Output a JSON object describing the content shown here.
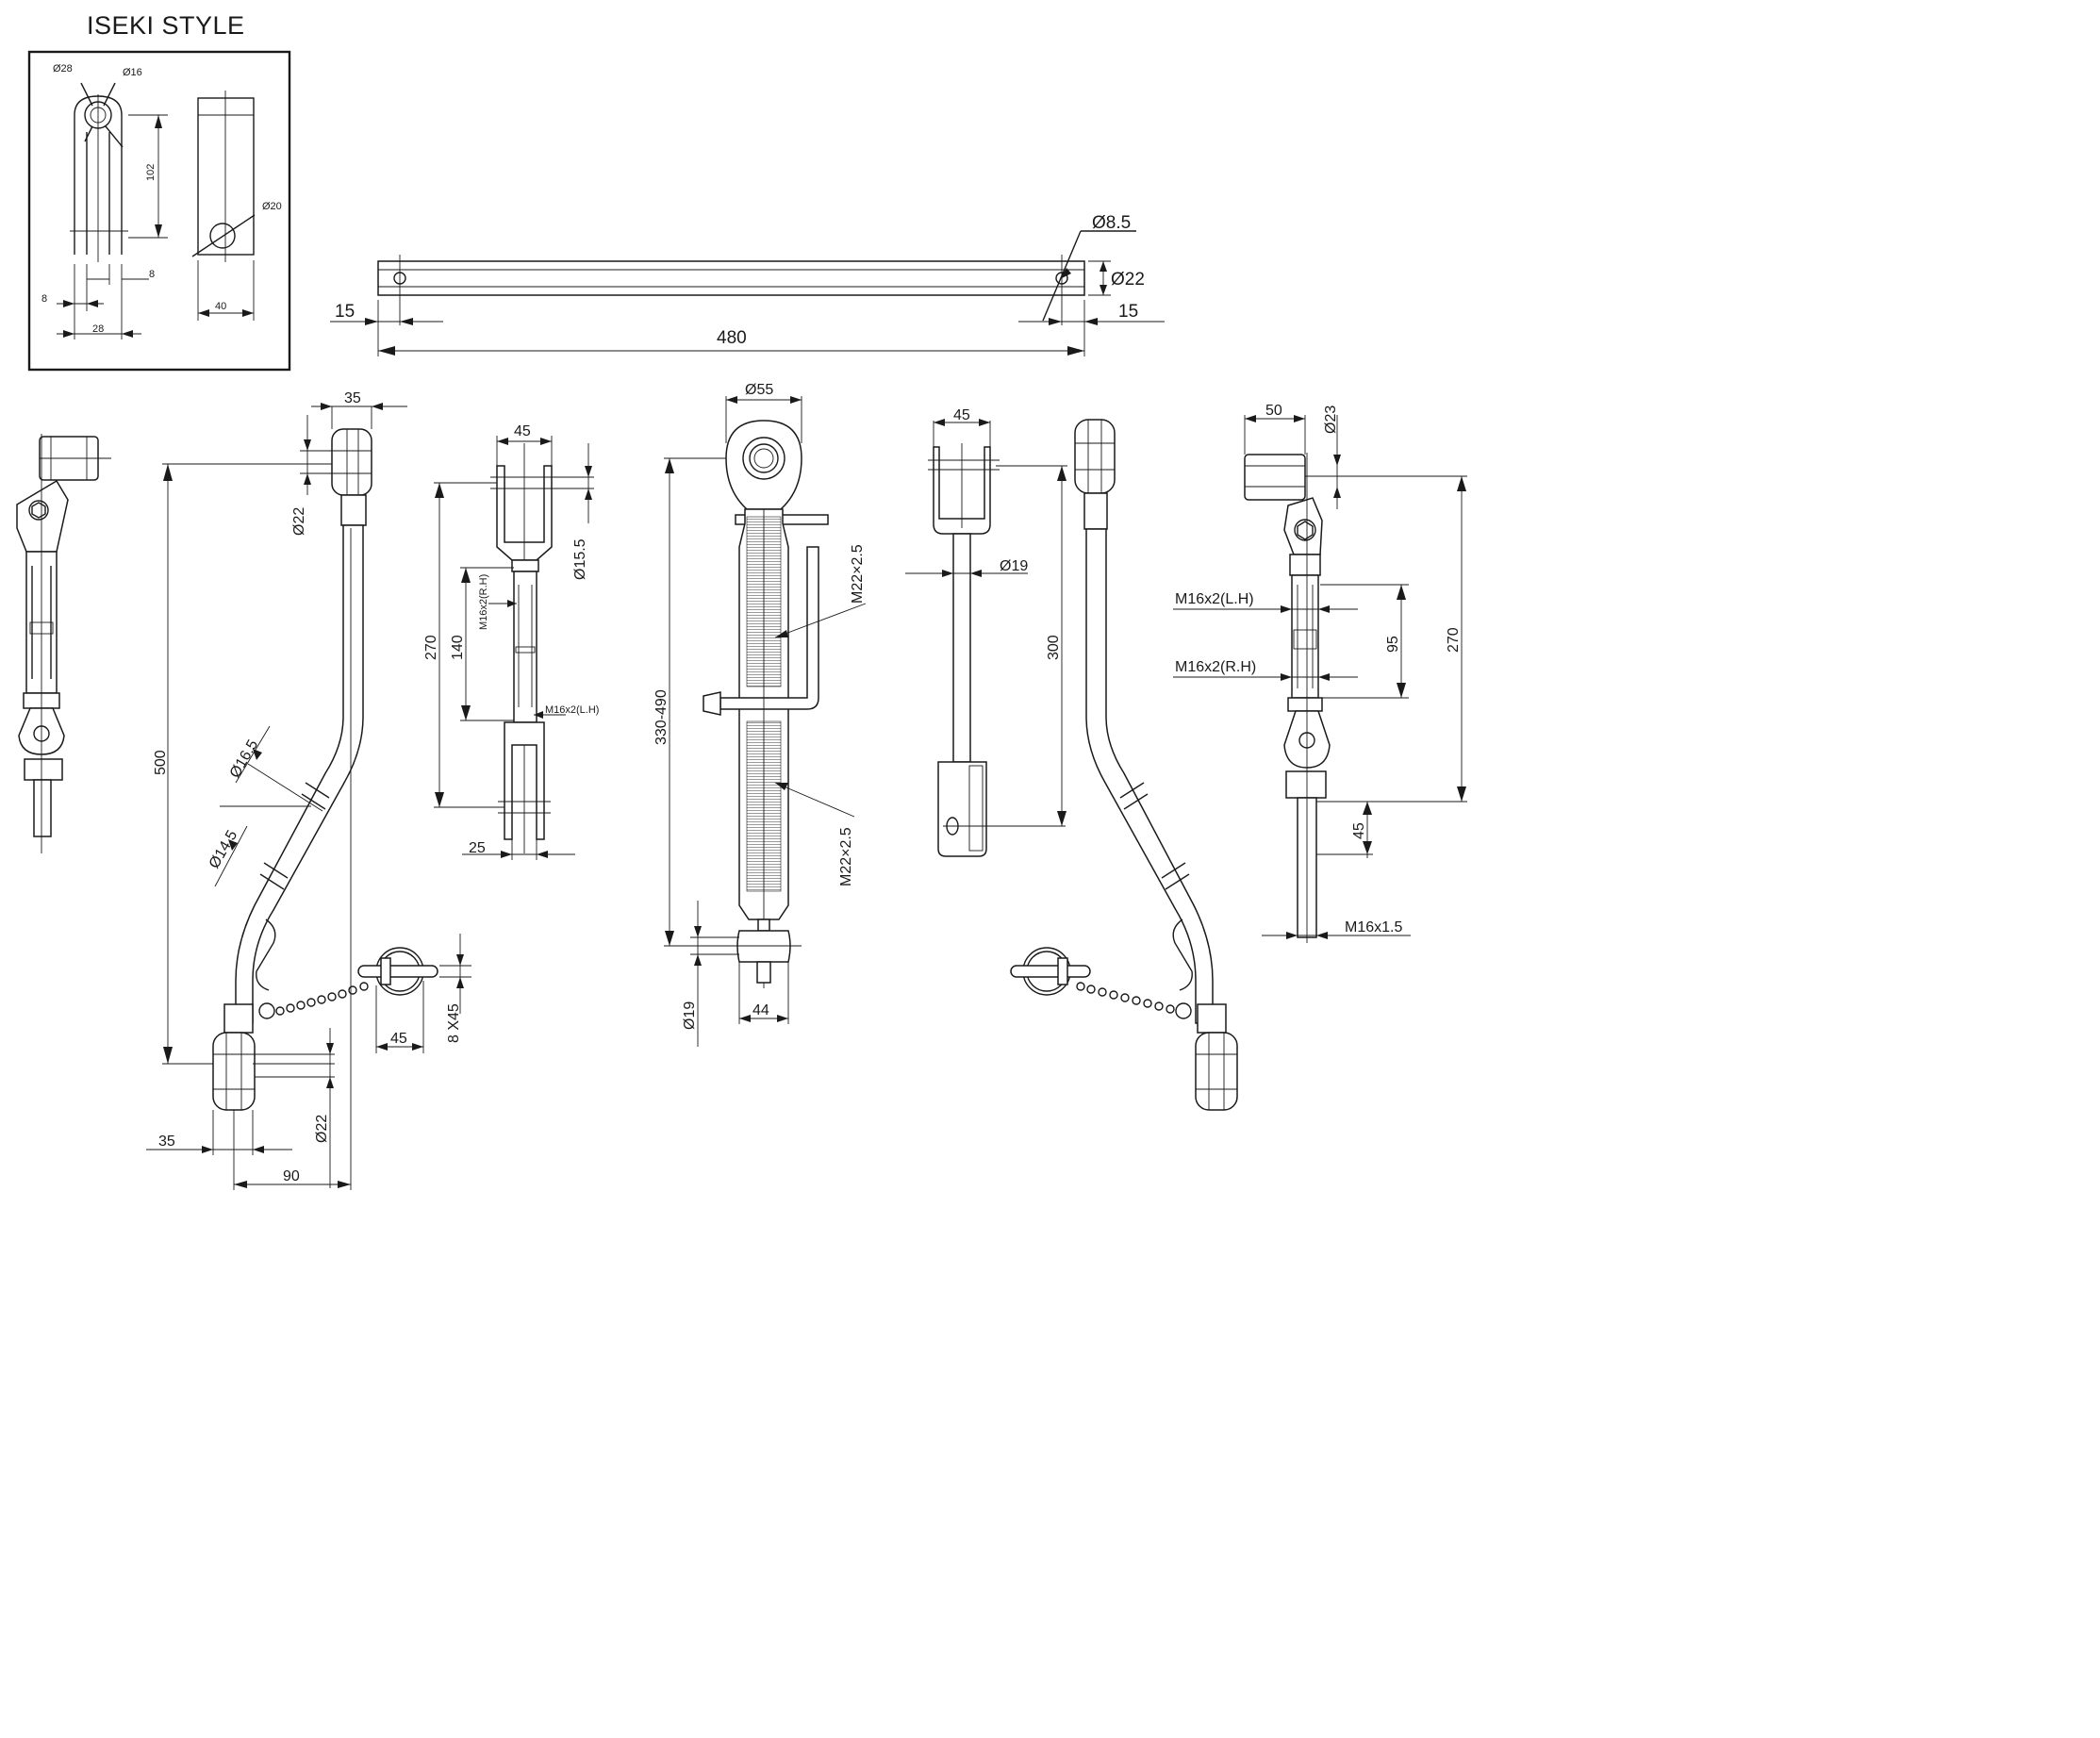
{
  "title": "ISEKI STYLE",
  "dims": {
    "inset_d28": "Ø28",
    "inset_d16": "Ø16",
    "inset_102": "102",
    "inset_d20": "Ø20",
    "inset_8a": "8",
    "inset_8b": "8",
    "inset_28": "28",
    "inset_40": "40",
    "bar_d85": "Ø8.5",
    "bar_d22": "Ø22",
    "bar_15l": "15",
    "bar_15r": "15",
    "bar_480": "480",
    "left_35top": "35",
    "left_d22top": "Ø22",
    "left_500": "500",
    "left_d165": "Ø16.5",
    "left_d145": "Ø14.5",
    "left_45": "45",
    "left_8x45": "8 X45",
    "left_d22bot": "Ø22",
    "left_35bot": "35",
    "left_90": "90",
    "fork_45": "45",
    "fork_d155": "Ø15.5",
    "fork_270": "270",
    "fork_140": "140",
    "fork_m16rh": "M16x2(R.H)",
    "fork_m16lh": "M16x2(L.H)",
    "fork_25": "25",
    "top_d55": "Ø55",
    "top_m22a": "M22×2.5",
    "top_33049": "330-490",
    "top_m22b": "M22×2.5",
    "top_d19": "Ø19",
    "top_44": "44",
    "drop_45": "45",
    "drop_d19": "Ø19",
    "drop_300": "300",
    "rs_50": "50",
    "rs_d23": "Ø23",
    "rs_m16lh": "M16x2(L.H)",
    "rs_m16rh": "M16x2(R.H)",
    "rs_95": "95",
    "rs_270": "270",
    "rs_45": "45",
    "rs_m161": "M16x1.5"
  }
}
